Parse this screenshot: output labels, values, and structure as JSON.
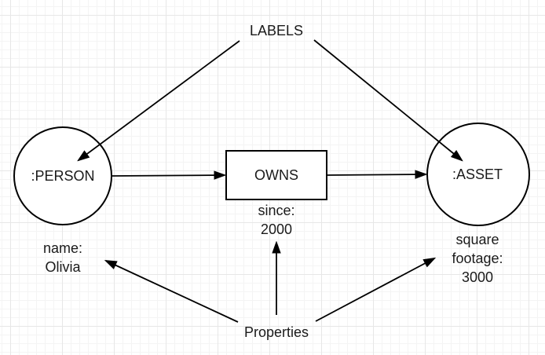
{
  "canvas": {
    "background_color": "#ffffff",
    "grid_minor_color": "#f4f4f4",
    "grid_major_color": "#e7e7e7"
  },
  "diagram": {
    "labels_annotation": "LABELS",
    "properties_annotation": "Properties",
    "nodes": [
      {
        "id": "person",
        "shape": "circle",
        "label": ":PERSON"
      },
      {
        "id": "owns",
        "shape": "rectangle",
        "label": "OWNS"
      },
      {
        "id": "asset",
        "shape": "circle",
        "label": ":ASSET"
      }
    ],
    "properties": {
      "person": [
        "name:",
        "Olivia"
      ],
      "owns": [
        "since:",
        "2000"
      ],
      "asset": [
        "square",
        "footage:",
        "3000"
      ]
    },
    "edges": [
      {
        "from": "LABELS",
        "to": ":PERSON"
      },
      {
        "from": "LABELS",
        "to": ":ASSET"
      },
      {
        "from": ":PERSON",
        "to": "OWNS"
      },
      {
        "from": "OWNS",
        "to": ":ASSET"
      },
      {
        "from": "Properties",
        "to": "name: Olivia"
      },
      {
        "from": "Properties",
        "to": "since: 2000"
      },
      {
        "from": "Properties",
        "to": "square footage: 3000"
      }
    ],
    "colors": {
      "stroke": "#000000",
      "shape_fill": "#ffffff",
      "text": "#1a1a1a"
    }
  }
}
